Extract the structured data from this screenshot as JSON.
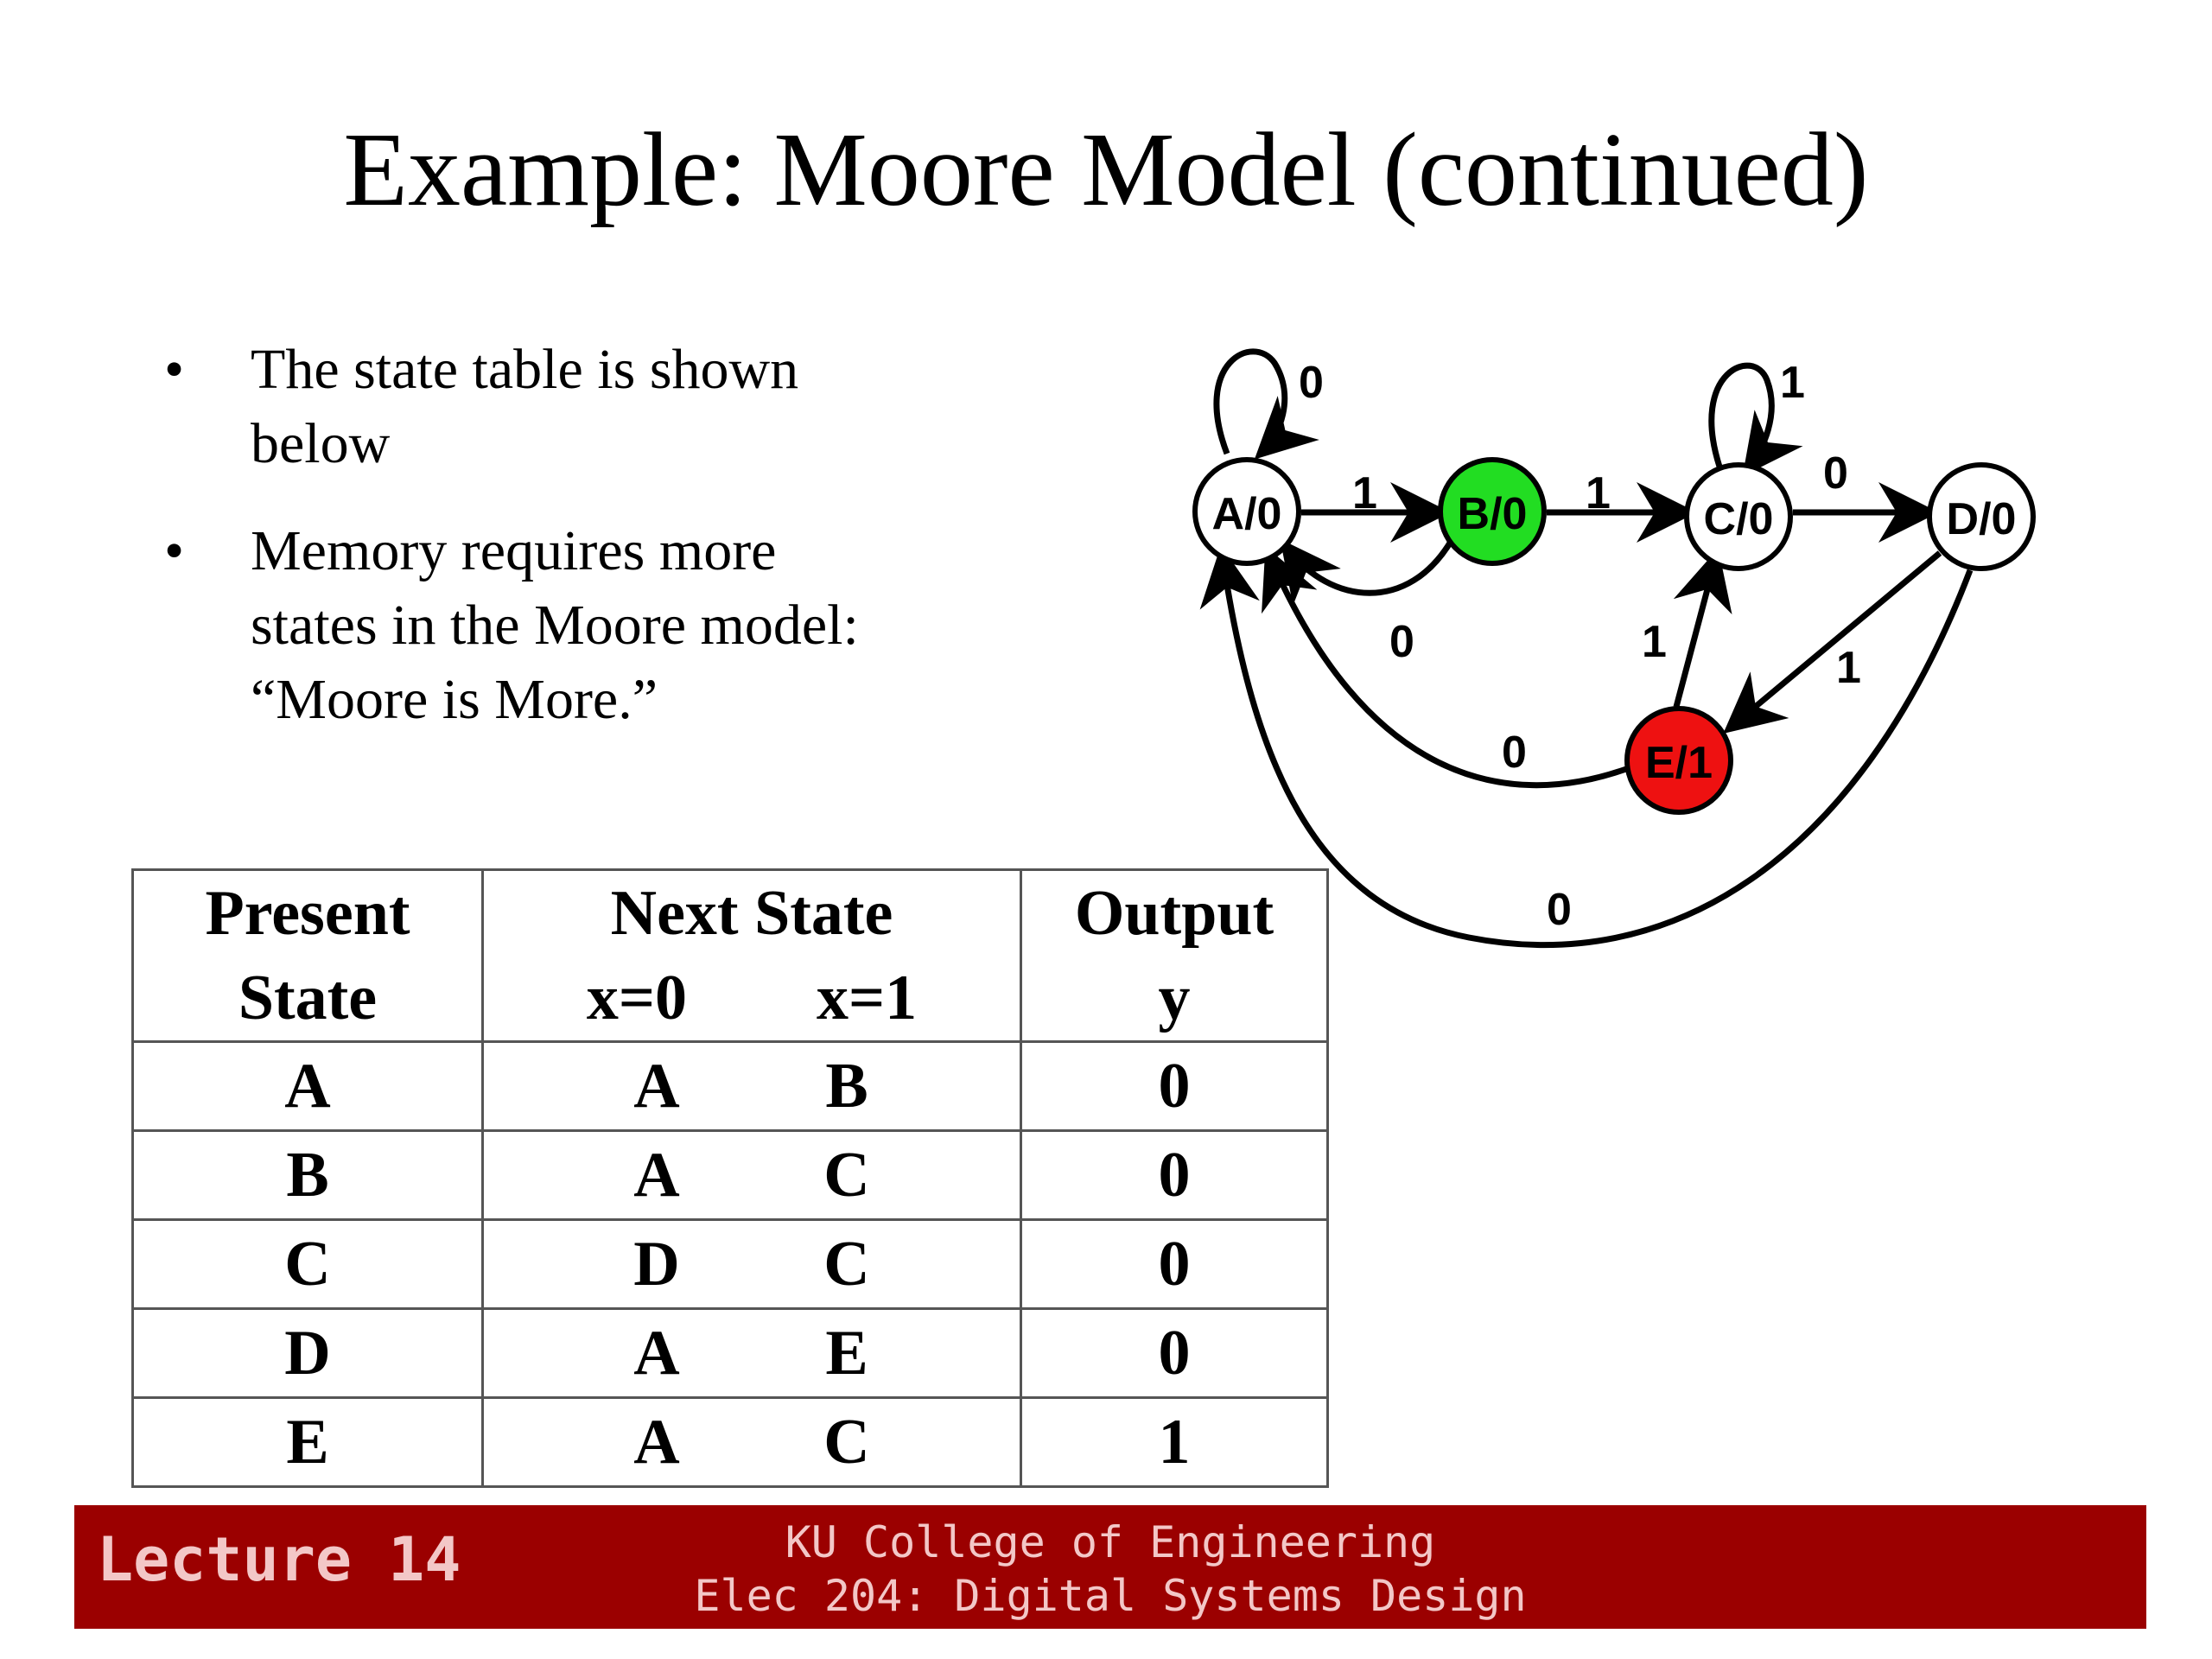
{
  "slide": {
    "title": "Example: Moore Model (continued)"
  },
  "bullets": [
    {
      "marker": "•",
      "lines": [
        "The state table is shown",
        "below"
      ]
    },
    {
      "marker": "•",
      "lines": [
        "Memory requires more",
        "states in the Moore model:",
        "“Moore is More.”"
      ]
    }
  ],
  "table": {
    "header": {
      "present_line1": "Present",
      "present_line2": "State",
      "next_line1": "Next State",
      "x0": "x=0",
      "x1": "x=1",
      "output_line1": "Output",
      "output_line2": "y"
    },
    "rows": [
      {
        "present": "A",
        "next_x0": "A",
        "next_x1": "B",
        "output": "0"
      },
      {
        "present": "B",
        "next_x0": "A",
        "next_x1": "C",
        "output": "0"
      },
      {
        "present": "C",
        "next_x0": "D",
        "next_x1": "C",
        "output": "0"
      },
      {
        "present": "D",
        "next_x0": "A",
        "next_x1": "E",
        "output": "0"
      },
      {
        "present": "E",
        "next_x0": "A",
        "next_x1": "C",
        "output": "1"
      }
    ]
  },
  "diagram": {
    "states": [
      {
        "id": "A",
        "label": "A/0",
        "fill": "#ffffff"
      },
      {
        "id": "B",
        "label": "B/0",
        "fill": "#22dd22"
      },
      {
        "id": "C",
        "label": "C/0",
        "fill": "#ffffff"
      },
      {
        "id": "D",
        "label": "D/0",
        "fill": "#ffffff"
      },
      {
        "id": "E",
        "label": "E/1",
        "fill": "#ee1111"
      }
    ],
    "transitions": [
      {
        "from": "A",
        "to": "A",
        "input": "0"
      },
      {
        "from": "A",
        "to": "B",
        "input": "1"
      },
      {
        "from": "B",
        "to": "A",
        "input": "0"
      },
      {
        "from": "B",
        "to": "C",
        "input": "1"
      },
      {
        "from": "C",
        "to": "C",
        "input": "1"
      },
      {
        "from": "C",
        "to": "D",
        "input": "0"
      },
      {
        "from": "D",
        "to": "E",
        "input": "1"
      },
      {
        "from": "D",
        "to": "A",
        "input": "0"
      },
      {
        "from": "E",
        "to": "C",
        "input": "1"
      },
      {
        "from": "E",
        "to": "A",
        "input": "0"
      }
    ]
  },
  "footer": {
    "lecture": "Lecture 14",
    "line1": "KU College of Engineering",
    "line2": "Elec 204: Digital Systems Design",
    "color": "#9b0000"
  }
}
